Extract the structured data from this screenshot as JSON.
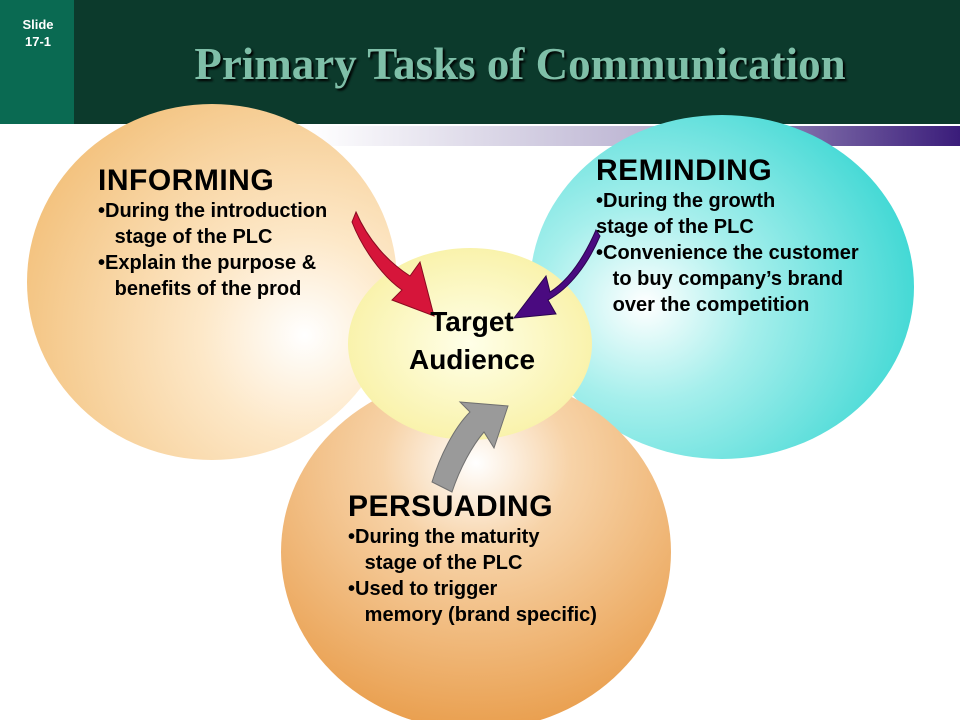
{
  "slide_tab": {
    "label": "Slide\n17-1"
  },
  "title": "Primary Tasks of Communication",
  "center": {
    "line1": "Target",
    "line2": "Audience"
  },
  "informing": {
    "heading": "INFORMING",
    "lines": [
      "•During the introduction",
      "   stage of the PLC",
      "•Explain the purpose &",
      "   benefits of the prod"
    ]
  },
  "reminding": {
    "heading": "REMINDING",
    "lines": [
      "•During the growth",
      "stage of the PLC",
      "•Convenience the customer",
      "   to buy company’s brand",
      "   over the competition"
    ]
  },
  "persuading": {
    "heading": "PERSUADING",
    "lines": [
      "•During the maturity",
      "   stage of the PLC",
      "•Used to trigger",
      "   memory (brand specific)"
    ]
  },
  "colors": {
    "header": "#0c3a2c",
    "tab": "#0a6a52",
    "informing": "#f6c88a",
    "reminding": "#35d8d4",
    "persuading": "#eba14e",
    "center": "#fbf5b0",
    "arrow_red": "#d6153a",
    "arrow_purple": "#4a0a80",
    "arrow_gray": "#9a9a9a"
  }
}
